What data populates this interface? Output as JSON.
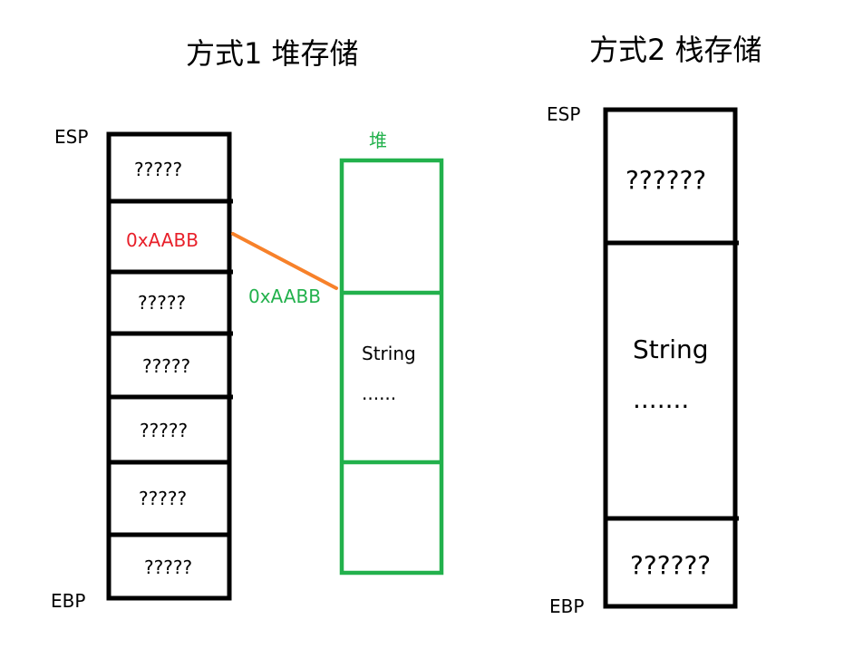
{
  "diagram": {
    "method1": {
      "title": "方式1  堆存储",
      "esp_label": "ESP",
      "ebp_label": "EBP",
      "stack_cells": [
        {
          "text": "?????",
          "highlight": false
        },
        {
          "text": "0xAABB",
          "highlight": true
        },
        {
          "text": "?????",
          "highlight": false
        },
        {
          "text": "?????",
          "highlight": false
        },
        {
          "text": "?????",
          "highlight": false
        },
        {
          "text": "?????",
          "highlight": false
        },
        {
          "text": "?????",
          "highlight": false
        }
      ],
      "heap": {
        "label": "堆",
        "address_label": "0xAABB",
        "content_line1": "String",
        "content_line2": "......"
      }
    },
    "method2": {
      "title": "方式2  栈存储",
      "esp_label": "ESP",
      "ebp_label": "EBP",
      "cells": [
        {
          "text": "??????"
        },
        {
          "text": "String",
          "text2": "......."
        },
        {
          "text": "??????"
        }
      ]
    },
    "colors": {
      "stack_border": "#000000",
      "heap_border": "#22b14c",
      "pointer_line": "#f7812a",
      "pointer_value": "#e8202a",
      "heap_text": "#22b14c"
    }
  }
}
